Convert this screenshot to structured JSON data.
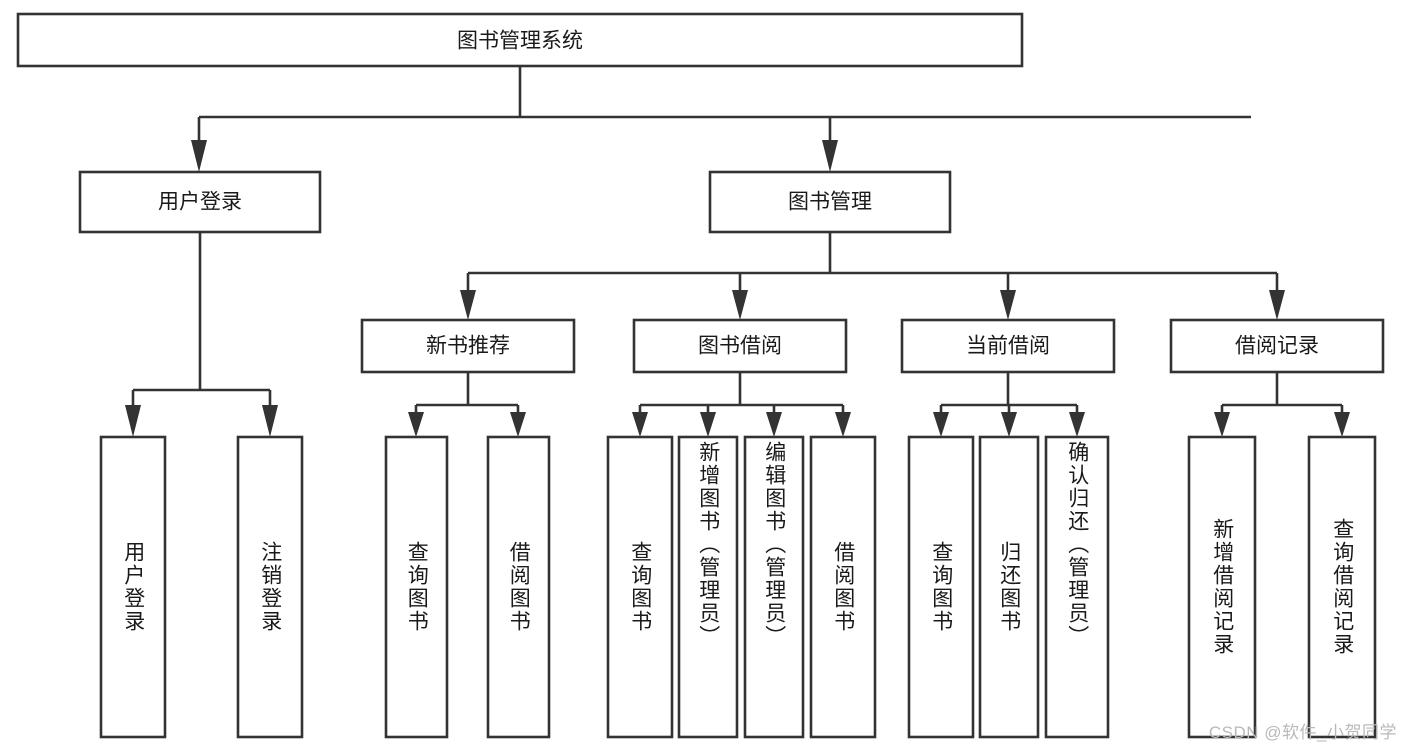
{
  "diagram": {
    "title": "图书管理系统",
    "type": "hierarchy-tree",
    "watermark": "CSDN @软件_小贺同学",
    "colors": {
      "stroke": "#333333",
      "box_fill": "#ffffff",
      "text": "#1a1a1a",
      "background": "#ffffff",
      "watermark": "#b9b9b9"
    },
    "levels": {
      "root": {
        "label": "图书管理系统"
      },
      "level2": [
        {
          "id": "user-login",
          "label": "用户登录"
        },
        {
          "id": "book-management",
          "label": "图书管理"
        }
      ],
      "level3": [
        {
          "id": "new-book-recommend",
          "label": "新书推荐",
          "parent": "book-management"
        },
        {
          "id": "book-borrow",
          "label": "图书借阅",
          "parent": "book-management"
        },
        {
          "id": "current-borrow",
          "label": "当前借阅",
          "parent": "book-management"
        },
        {
          "id": "borrow-record",
          "label": "借阅记录",
          "parent": "book-management"
        }
      ],
      "leaves": [
        {
          "id": "leaf-user-login",
          "label": "用户登录",
          "parent": "user-login"
        },
        {
          "id": "leaf-user-logout",
          "label": "注销登录",
          "parent": "user-login"
        },
        {
          "id": "leaf-query-book-1",
          "label": "查询图书",
          "parent": "new-book-recommend"
        },
        {
          "id": "leaf-borrow-book-1",
          "label": "借阅图书",
          "parent": "new-book-recommend"
        },
        {
          "id": "leaf-query-book-2",
          "label": "查询图书",
          "parent": "book-borrow"
        },
        {
          "id": "leaf-add-book",
          "label": "新增图书（管理员）",
          "parent": "book-borrow"
        },
        {
          "id": "leaf-edit-book",
          "label": "编辑图书（管理员）",
          "parent": "book-borrow"
        },
        {
          "id": "leaf-borrow-book-2",
          "label": "借阅图书",
          "parent": "book-borrow"
        },
        {
          "id": "leaf-query-book-3",
          "label": "查询图书",
          "parent": "current-borrow"
        },
        {
          "id": "leaf-return-book",
          "label": "归还图书",
          "parent": "current-borrow"
        },
        {
          "id": "leaf-confirm-return",
          "label": "确认归还（管理员）",
          "parent": "current-borrow"
        },
        {
          "id": "leaf-add-record",
          "label": "新增借阅记录",
          "parent": "borrow-record"
        },
        {
          "id": "leaf-query-record",
          "label": "查询借阅记录",
          "parent": "borrow-record"
        }
      ]
    }
  }
}
